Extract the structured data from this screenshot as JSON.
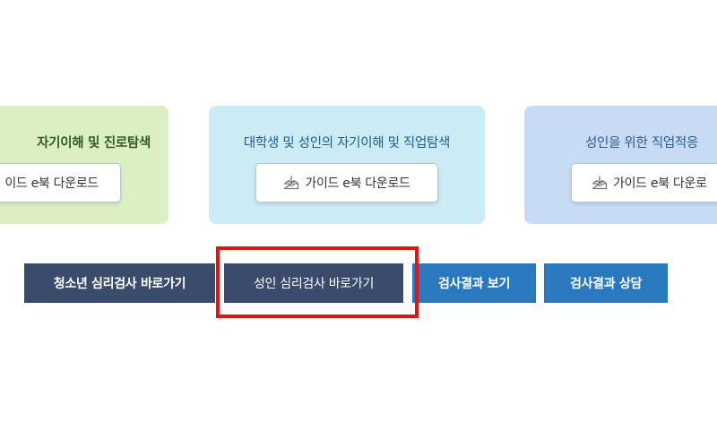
{
  "cards": [
    {
      "title": "자기이해 및 진로탐색",
      "download_label": "이드 e북 다운로드",
      "color": "#dcefc2"
    },
    {
      "title": "대학생 및 성인의 자기이해 및 직업탐색",
      "download_label": "가이드 e북 다운로드",
      "color": "#cbebf5"
    },
    {
      "title": "성인을 위한 직업적응",
      "download_label": "가이드 e북 다운로",
      "color": "#c7dcf4"
    }
  ],
  "nav": {
    "teen_label": "청소년 심리검사 바로가기",
    "adult_label": "성인 심리검사 바로가기",
    "result_label": "검사결과 보기",
    "consult_label": "검사결과 상담"
  },
  "icons": {
    "download": "download-tray-icon"
  },
  "colors": {
    "dark_nav": "#3a4b6b",
    "blue_nav": "#2a78bd",
    "highlight": "#e8120c"
  }
}
